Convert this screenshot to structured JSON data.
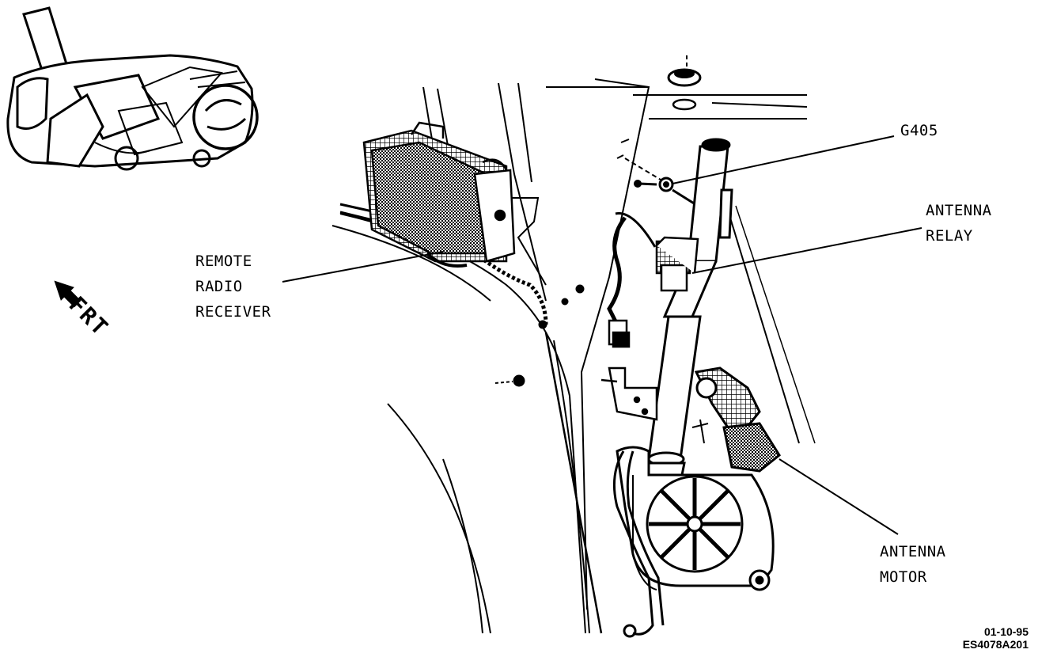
{
  "labels": {
    "remote_radio_receiver": [
      "REMOTE",
      "RADIO",
      "RECEIVER"
    ],
    "g405": "G405",
    "antenna_relay": [
      "ANTENNA",
      "RELAY"
    ],
    "antenna_motor": [
      "ANTENNA",
      "MOTOR"
    ],
    "front_indicator": "FRT"
  },
  "footer": {
    "date": "01-10-95",
    "figure_code": "ES4078A201"
  },
  "colors": {
    "line": "#000000",
    "background": "#ffffff",
    "shade": "#6b6b6b"
  }
}
